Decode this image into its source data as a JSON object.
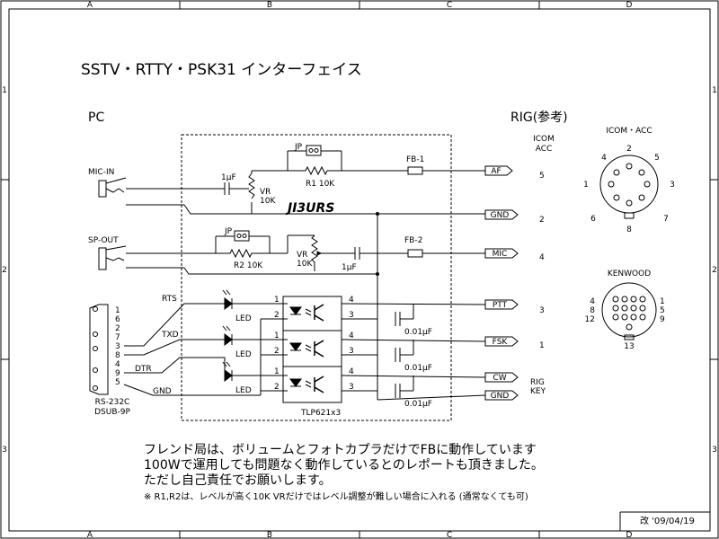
{
  "title": "SSTV・RTTY・PSK31 インターフェイス",
  "border": {
    "col_labels": [
      "A",
      "B",
      "C",
      "D"
    ],
    "row_labels": [
      "1",
      "2",
      "3"
    ]
  },
  "left_header": "PC",
  "right_header": "RIG(参考)",
  "icom_acc_header": [
    "ICOM",
    "ACC"
  ],
  "callsign": "JI3URS",
  "mic_in_label": "MIC-IN",
  "sp_out_label": "SP-OUT",
  "mic_section": {
    "cap_label": "1μF",
    "vr_label": [
      "VR",
      "10K"
    ],
    "jp_label": "JP",
    "r_label": "R1 10K",
    "fb_label": "FB-1"
  },
  "sp_section": {
    "jp_label": "JP",
    "r_label": "R2 10K",
    "vr_label": [
      "VR",
      "10K"
    ],
    "cap_label": "1μF",
    "fb_label": "FB-2"
  },
  "rig_signals": [
    {
      "name": "AF",
      "pin": "5"
    },
    {
      "name": "GND",
      "pin": "2"
    },
    {
      "name": "MIC",
      "pin": "4"
    },
    {
      "name": "PTT",
      "pin": "3"
    },
    {
      "name": "FSK",
      "pin": "1"
    },
    {
      "name": "CW",
      "pin": ""
    },
    {
      "name": "GND",
      "pin": ""
    }
  ],
  "rig_key_label": [
    "RIG",
    "KEY"
  ],
  "pc_signals": [
    "RTS",
    "TXD",
    "DTR",
    "GND"
  ],
  "dsub_pins": [
    "1",
    "6",
    "2",
    "7",
    "3",
    "8",
    "4",
    "9",
    "5"
  ],
  "dsub_label": [
    "RS-232C",
    "DSUB-9P"
  ],
  "led_label": "LED",
  "coupler_pins": {
    "in": [
      "1",
      "2"
    ],
    "out": [
      "4",
      "3"
    ]
  },
  "coupler_label": "TLP621x3",
  "cap_label_small": "0.01μF",
  "icom_connector": {
    "title": "ICOM・ACC",
    "pins": [
      "2",
      "4",
      "5",
      "1",
      "3",
      "6",
      "7",
      "8"
    ]
  },
  "kenwood_connector": {
    "title": "KENWOOD",
    "left_pins": [
      "4",
      "8",
      "12"
    ],
    "right_pins": [
      "1",
      "5",
      "9"
    ],
    "bottom_pin": "13"
  },
  "notes": [
    "フレンド局は、ボリュームとフォトカプラだけでFBに動作しています",
    "100Wで運用しても問題なく動作しているとのレポートも頂きました。",
    "ただし自己責任でお願いします。"
  ],
  "footnote": "※ R1,R2は、レベルが高く10K VRだけではレベル調整が難しい場合に入れる (通常なくても可)",
  "revision": "改 '09/04/19"
}
